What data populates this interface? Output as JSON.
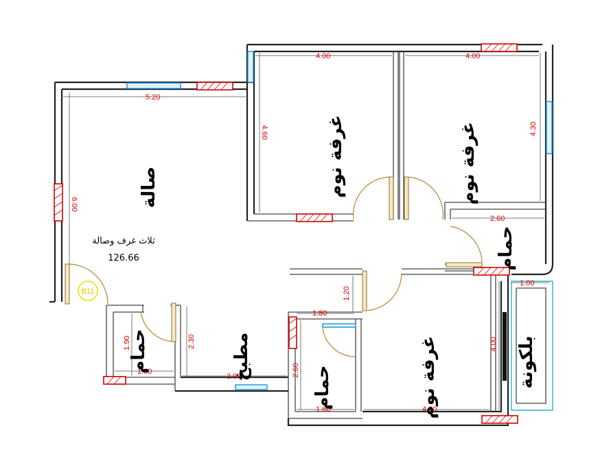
{
  "plan": {
    "title_ar": "ثلاث غرف وصالة",
    "area": "126.66",
    "tag": "B11",
    "colors": {
      "dimension": "#e00000",
      "wall": "#222222",
      "window_red": "#d40000",
      "window_blue": "#1e8fd8",
      "balcony": "#27b6c9",
      "door": "#b08a30"
    }
  },
  "rooms": {
    "salon": "صالة",
    "bedroom_1": "غرفة نوم",
    "bedroom_2": "غرفة نوم",
    "bedroom_3": "غرفة نوم",
    "bath_1": "حمام",
    "bath_2": "حمام",
    "bath_3": "حمام",
    "kitchen": "مطبخ",
    "balcony": "بلكونة"
  },
  "dims": {
    "salon_width": "5.20",
    "salon_height": "6.00",
    "bed1_width": "4.00",
    "bed1_height": "4.60",
    "bed2_width": "4.00",
    "bed2_height": "4.30",
    "bath_ne_width": "2.60",
    "corridor_height": "1.20",
    "bath_center_top": "1.80",
    "bath_center_height": "2.60",
    "bath_center_bottom": "1.60",
    "bath_sw_height": "1.90",
    "bath_sw_width": "1.60",
    "kitchen_height": "2.30",
    "kitchen_width": "3.00",
    "bed3_width": "4.00",
    "bed3_height": "4.00",
    "balcony_width": "1.00"
  }
}
